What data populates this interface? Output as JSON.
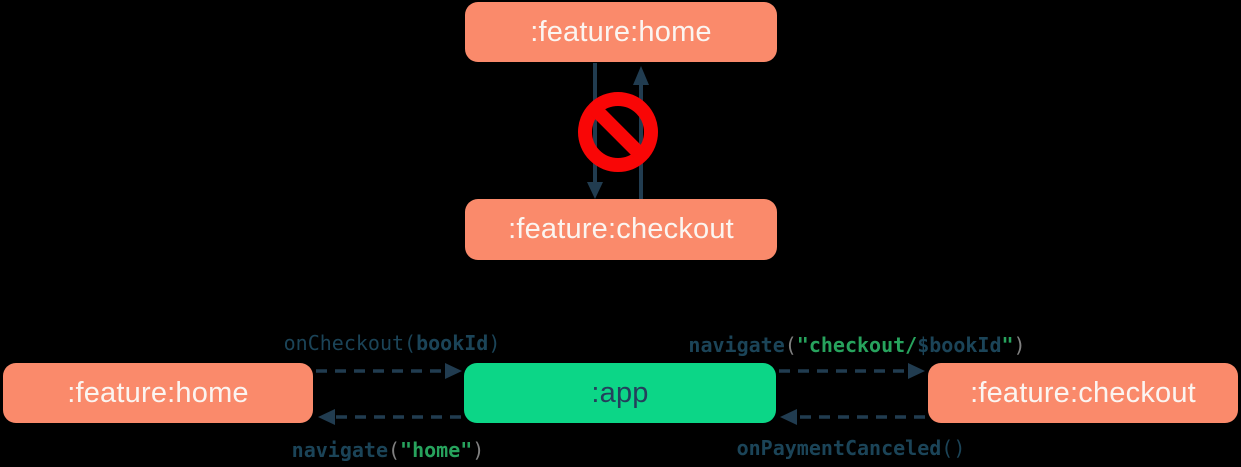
{
  "diagram": {
    "background": "#000000",
    "palette": {
      "module_box": "#FA8A6B",
      "app_box": "#0CD687",
      "box_text_light": "#FBF5F1",
      "box_text_dark": "#24405C",
      "arrow_navy": "#213C50",
      "code_navy": "#1B4458",
      "code_green": "#27A35D",
      "code_gray": "#808080",
      "forbidden_red": "#F90606"
    },
    "top": {
      "home_label": ":feature:home",
      "checkout_label": ":feature:checkout",
      "forbidden_icon": "no-entry-prohibition-sign",
      "meaning": "feature modules must not depend on each other"
    },
    "bottom": {
      "home_label": ":feature:home",
      "app_label": ":app",
      "checkout_label": ":feature:checkout",
      "edges": {
        "on_checkout": {
          "from": ":feature:home",
          "to": ":app",
          "segments": [
            {
              "text": "onCheckout("
            },
            {
              "text": "bookId"
            },
            {
              "text": ")"
            }
          ]
        },
        "navigate_home": {
          "from": ":app",
          "to": ":feature:home",
          "segments": [
            {
              "text": "navigate"
            },
            {
              "text": "("
            },
            {
              "text": "\"home\""
            },
            {
              "text": ")"
            }
          ]
        },
        "navigate_checkout": {
          "from": ":app",
          "to": ":feature:checkout",
          "segments": [
            {
              "text": "navigate"
            },
            {
              "text": "("
            },
            {
              "text": "\"checkout/"
            },
            {
              "text": "$bookId"
            },
            {
              "text": "\""
            },
            {
              "text": ")"
            }
          ]
        },
        "on_payment_canceled": {
          "from": ":feature:checkout",
          "to": ":app",
          "segments": [
            {
              "text": "onPaymentCanceled"
            },
            {
              "text": "()"
            }
          ]
        }
      }
    }
  }
}
